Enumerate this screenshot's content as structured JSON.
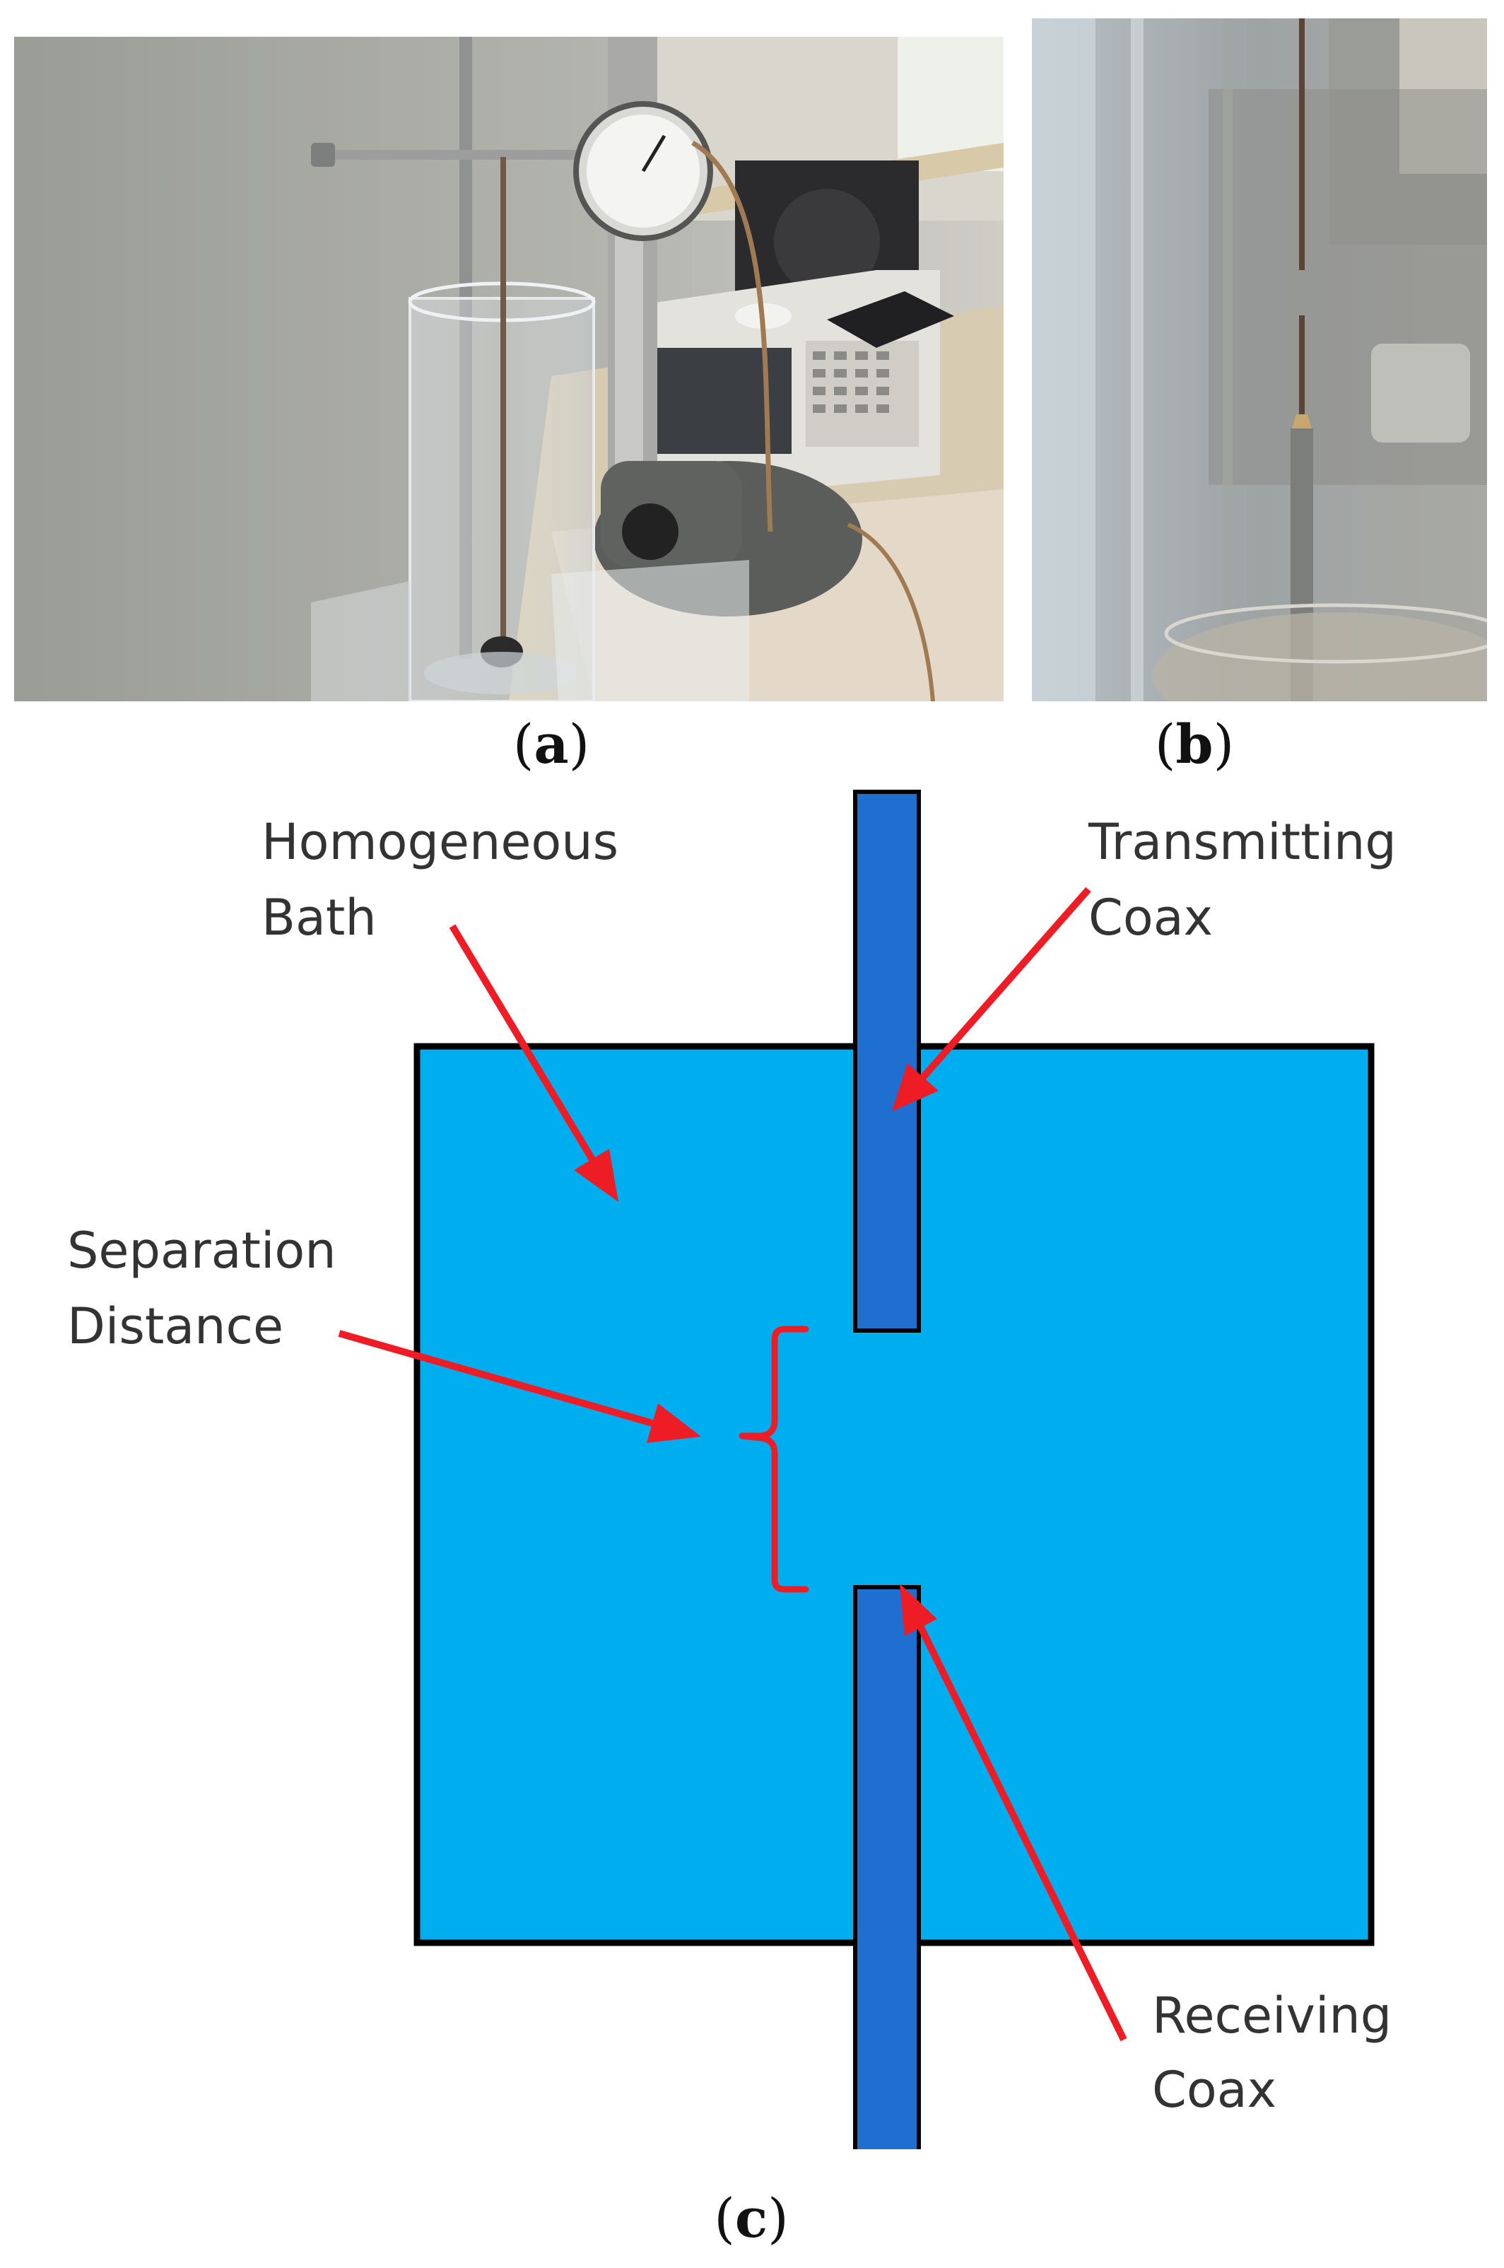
{
  "panels": {
    "a": {
      "paren_open": "(",
      "letter": "a",
      "paren_close": ")"
    },
    "b": {
      "paren_open": "(",
      "letter": "b",
      "paren_close": ")"
    },
    "c": {
      "paren_open": "(",
      "letter": "c",
      "paren_close": ")"
    }
  },
  "diagram": {
    "labels": {
      "bath_line1": "Homogeneous",
      "bath_line2": "Bath",
      "transmit_line1": "Transmitting",
      "transmit_line2": "Coax",
      "separation_line1": "Separation",
      "separation_line2": "Distance",
      "receive_line1": "Receiving",
      "receive_line2": "Coax"
    },
    "colors": {
      "bath": "#00AEEF",
      "coax": "#1F6FD1",
      "arrow": "#EE1C25",
      "outline": "#000000"
    }
  }
}
